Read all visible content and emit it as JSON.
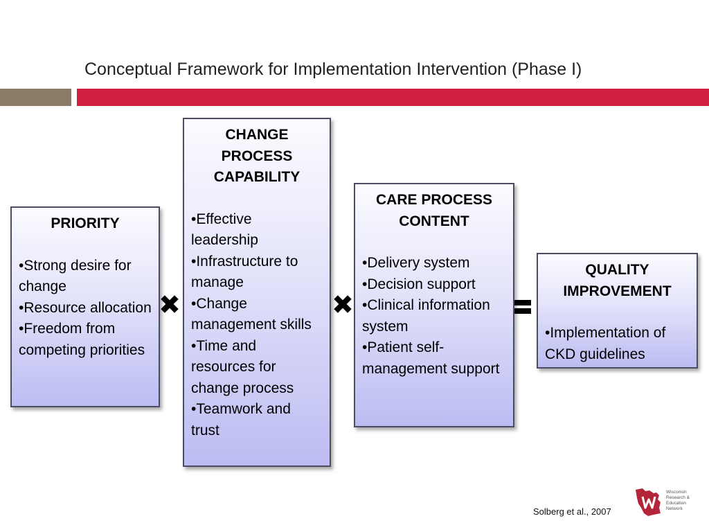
{
  "title": "Conceptual Framework for Implementation Intervention (Phase I)",
  "boxes": {
    "priority": {
      "heading": "PRIORITY",
      "items": [
        "•Strong desire for change",
        "•Resource allocation",
        "•Freedom from competing priorities"
      ]
    },
    "change": {
      "heading": "CHANGE PROCESS CAPABILITY",
      "items": [
        "•Effective leadership",
        "•Infrastructure to manage",
        "•Change management skills",
        "•Time and resources for change process",
        "•Teamwork and trust"
      ]
    },
    "care": {
      "heading": "CARE PROCESS CONTENT",
      "items": [
        "•Delivery system",
        "•Decision support",
        "•Clinical information system",
        "•Patient self-management support"
      ]
    },
    "quality": {
      "heading": "QUALITY IMPROVEMENT",
      "items": [
        "•Implementation of CKD guidelines"
      ]
    }
  },
  "operators": [
    "times",
    "times",
    "equals"
  ],
  "citation": "Solberg et al., 2007",
  "logo": {
    "icon": "wisconsin-map-icon",
    "text": [
      "Wisconsin",
      "Research &",
      "Education",
      "Network"
    ]
  },
  "colors": {
    "accent_red": "#d1203f",
    "accent_taupe": "#8a7a66",
    "logo_red": "#b5253a"
  }
}
